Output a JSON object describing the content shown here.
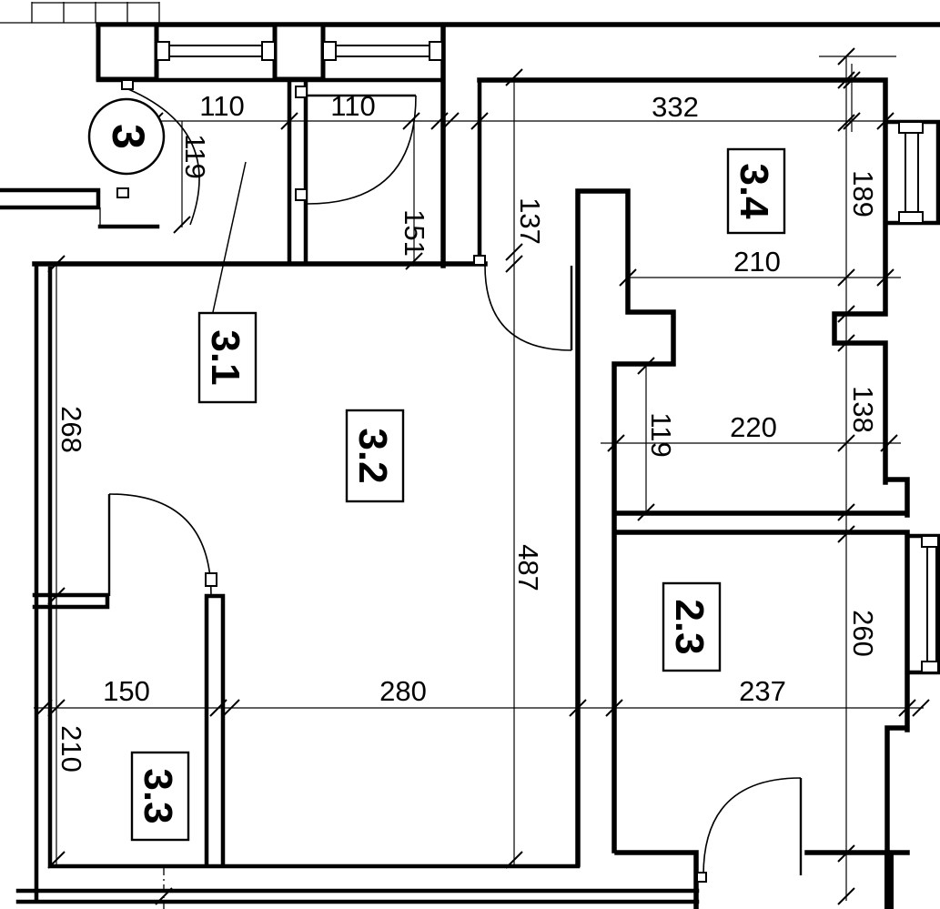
{
  "plan": {
    "building_marker": "3",
    "room_labels": {
      "r31": "3.1",
      "r32": "3.2",
      "r33": "3.3",
      "r34": "3.4",
      "r23": "2.3"
    },
    "dimensions": {
      "top_left_110": "110",
      "top_mid_110": "110",
      "top_332": "332",
      "vestibule_height_119": "119",
      "hall_width_151": "151",
      "hall_width_137": "137",
      "room34_height_189": "189",
      "room34_width_210": "210",
      "left_wall_268": "268",
      "niche_width_138": "138",
      "corridor_width_119": "119",
      "corridor_220": "220",
      "center_height_487": "487",
      "room23_height_260": "260",
      "bottom_150": "150",
      "bottom_280": "280",
      "bottom_237": "237",
      "room33_height_210": "210"
    }
  }
}
